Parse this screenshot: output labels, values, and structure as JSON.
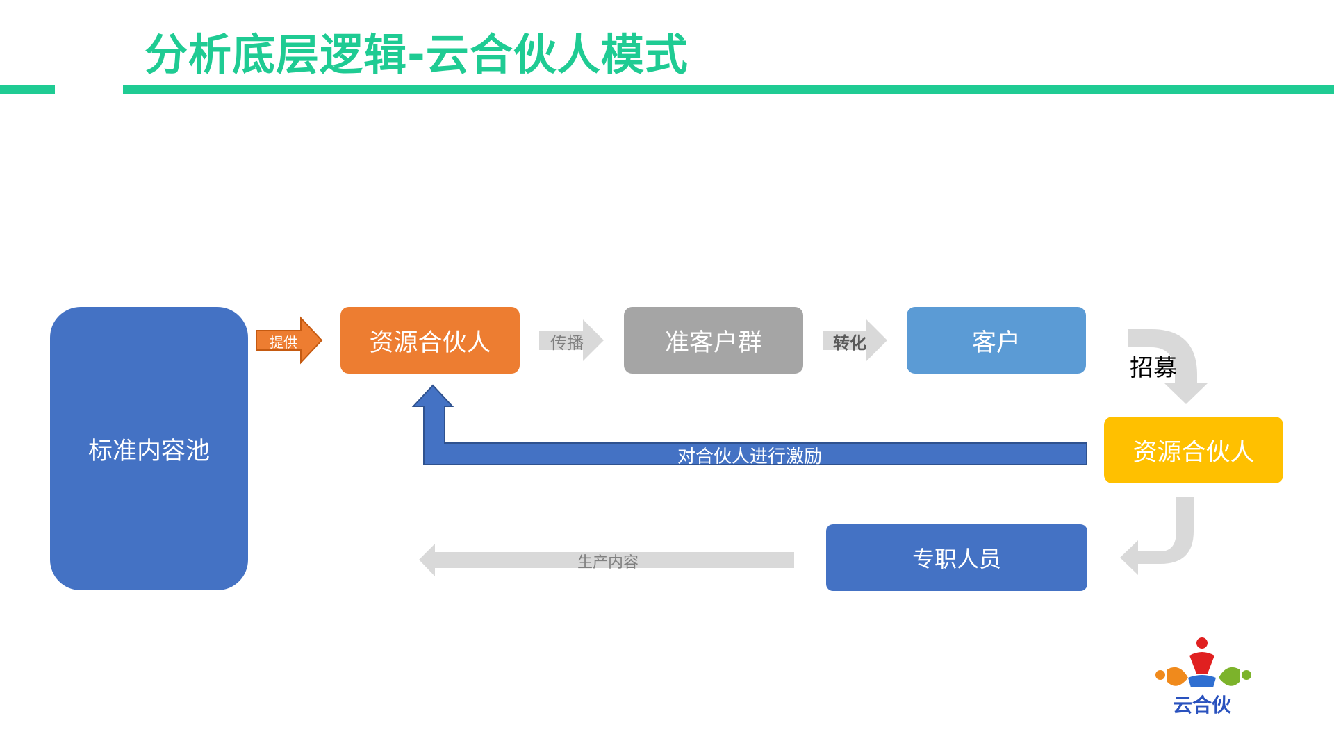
{
  "title": "分析底层逻辑-云合伙人模式",
  "colors": {
    "accent": "#1fcb93",
    "pool": "#4472c4",
    "partner_orange": "#ed7d31",
    "prospects_gray": "#a5a5a5",
    "customer_blue": "#5b9bd5",
    "partner_yellow": "#ffc000",
    "staff_blue": "#4472c4",
    "light_arrow": "#d9d9d9"
  },
  "nodes": {
    "content_pool": "标准内容池",
    "resource_partner": "资源合伙人",
    "prospect_group": "准客户群",
    "customer": "客户",
    "resource_partner_recruited": "资源合伙人",
    "dedicated_staff": "专职人员"
  },
  "edges": {
    "provide": "提供",
    "spread": "传播",
    "convert": "转化",
    "recruit": "招募",
    "incentivize": "对合伙人进行激励",
    "produce_content": "生产内容"
  },
  "logo": {
    "text": "云合伙"
  }
}
